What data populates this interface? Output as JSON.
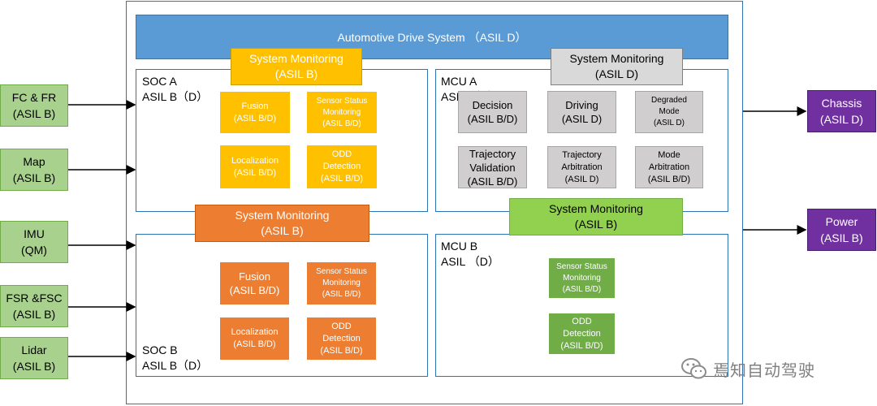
{
  "title": "Automotive Drive System （ASIL D）",
  "inputs": [
    {
      "label": "FC & FR\n(ASIL B)"
    },
    {
      "label": "Map\n(ASIL B)"
    },
    {
      "label": "IMU\n(QM)"
    },
    {
      "label": "FSR &FSC\n(ASIL B)"
    },
    {
      "label": "Lidar\n(ASIL B)"
    }
  ],
  "outputs": [
    {
      "label": "Chassis\n(ASIL D)"
    },
    {
      "label": "Power\n(ASIL B)"
    }
  ],
  "soc_a": {
    "label": "SOC A\nASIL B（D）",
    "monitor": "System Monitoring\n(ASIL B)",
    "blocks": [
      "Fusion\n(ASIL B/D)",
      "Sensor Status\nMonitoring\n(ASIL B/D)",
      "Localization\n(ASIL B/D)",
      "ODD\nDetection\n(ASIL B/D)"
    ]
  },
  "soc_b": {
    "label": "SOC B\nASIL B（D）",
    "monitor": "System Monitoring\n(ASIL B)",
    "blocks": [
      "Fusion\n(ASIL B/D)",
      "Sensor Status\nMonitoring\n(ASIL B/D)",
      "Localization\n(ASIL B/D)",
      "ODD\nDetection\n(ASIL B/D)"
    ]
  },
  "mcu_a": {
    "label": "MCU A\nASIL （D）",
    "monitor": "System Monitoring\n(ASIL D)",
    "blocks": [
      "Decision\n(ASIL B/D)",
      "Driving\n(ASIL D)",
      "Degraded\nMode\n(ASIL D)",
      "Trajectory\nValidation\n(ASIL B/D)",
      "Trajectory\nArbitration\n(ASIL D)",
      "Mode\nArbitration\n(ASIL B/D)"
    ]
  },
  "mcu_b": {
    "label": "MCU B\nASIL （D）",
    "monitor": "System Monitoring\n(ASIL B)",
    "blocks": [
      "Sensor Status\nMonitoring\n(ASIL B/D)",
      "ODD\nDetection\n(ASIL B/D)"
    ]
  },
  "watermark": "焉知自动驾驶",
  "colors": {
    "title": "#5b9bd5",
    "soc_a": "#ffc000",
    "soc_b": "#ed7d31",
    "mcu_a": "#d0cece",
    "mcu_b": "#70ad47",
    "input": "#a9d18e",
    "output": "#7030a0"
  }
}
